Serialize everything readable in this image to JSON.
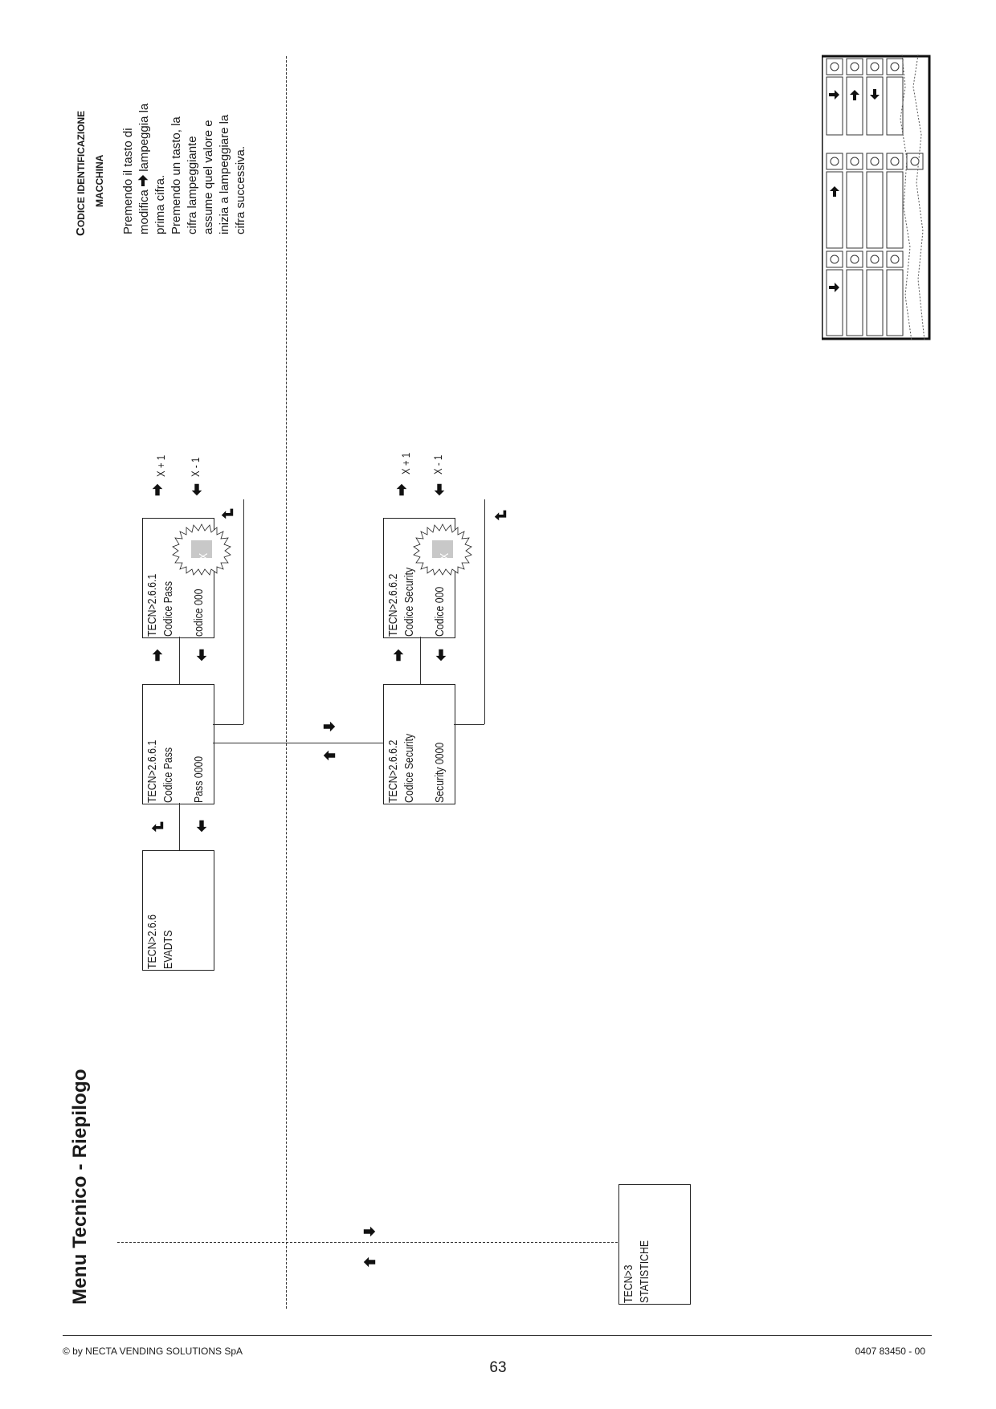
{
  "title": "Menu  Tecnico - Riepilogo",
  "boxes": {
    "evadts": {
      "line1": "TECN>2.6.6",
      "line2": "EVADTS"
    },
    "pass": {
      "line1": "TECN>2.6.6.1",
      "line2": "Codice Pass",
      "line3": "Pass 0000"
    },
    "pass_edit": {
      "line1": "TECN>2.6.6.1",
      "line2": "Codice Pass",
      "line3": "codice  000",
      "blink": "X"
    },
    "security": {
      "line1": "TECN>2.6.6.2",
      "line2": "Codice Security",
      "line3": "Security  0000"
    },
    "security_edit": {
      "line1": "TECN>2.6.6.2",
      "line2": "Codice Security",
      "line3": "Codice  000",
      "blink": "X"
    },
    "statistiche": {
      "line1": "TECN>3",
      "line2": "STATISTICHE"
    }
  },
  "labels": {
    "plus": "X + 1",
    "minus": "X - 1",
    "plus2": "X + 1",
    "minus2": "X - 1"
  },
  "note": {
    "heading_first": "C",
    "heading_rest": "ODICE IDENTIFICAZIONE",
    "heading_line2": "MACCHINA",
    "lines": [
      "Premendo il tasto di",
      "modifica ",
      " lampeggia la",
      "prima cifra.",
      "Premendo un tasto, la",
      "cifra lampeggiante",
      "assume quel valore e",
      "inizia a lampeggiare la",
      "cifra successiva."
    ]
  },
  "footer": {
    "left": "© by NECTA VENDING SOLUTIONS SpA",
    "right": "0407 83450 - 00",
    "page": "63"
  },
  "icons": [
    "arrow-left-icon",
    "arrow-right-icon",
    "arrow-up-icon",
    "arrow-down-icon",
    "enter-icon",
    "keypad-icon"
  ]
}
